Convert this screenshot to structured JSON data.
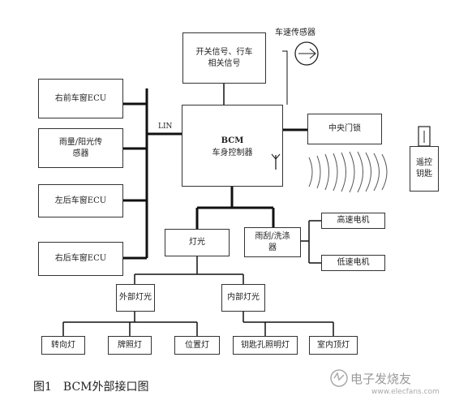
{
  "diagram": {
    "top_box": "开关信号、行车\n相关信号",
    "sensor_label": "车速传感器",
    "left_boxes": [
      "右前车窗ECU",
      "雨量/阳光传\n感器",
      "左后车窗ECU",
      "右后车窗ECU"
    ],
    "lin_label": "LIN",
    "bcm_title": "BCM",
    "bcm_subtitle": "车身控制器",
    "central_lock": "中央门锁",
    "remote": "遥控\n钥匙",
    "lights": "灯光",
    "wiper": "雨刮/洗涤\n器",
    "high_speed_motor": "高速电机",
    "low_speed_motor": "低速电机",
    "exterior_lights": "外部灯光",
    "interior_lights": "内部灯光",
    "leaf_lights": [
      "转向灯",
      "牌照灯",
      "位置灯",
      "钥匙孔照明灯",
      "室内顶灯"
    ]
  },
  "caption": {
    "figure_no": "图1",
    "title": "BCM外部接口图"
  },
  "watermark": {
    "text": "电子发烧友",
    "sub": "www.elecfans.com"
  }
}
